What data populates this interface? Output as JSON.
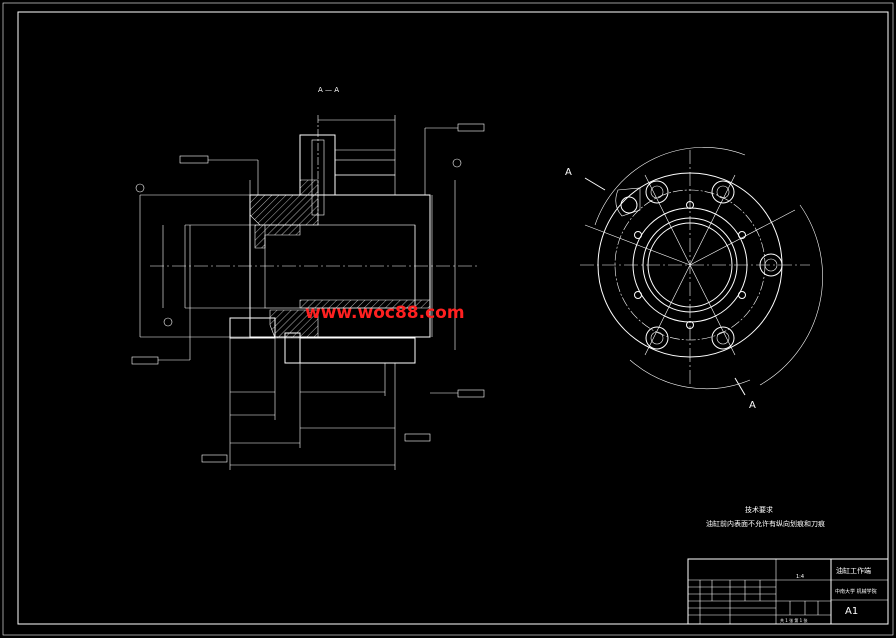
{
  "section_label": "A — A",
  "view_marker_a_left": "A",
  "view_marker_a_bottom": "A",
  "watermark": "www.woc88.com",
  "tech_req": {
    "heading": "技术要求",
    "line1": "油缸前内表面不允许有纵向划痕和刀痕"
  },
  "title_block": {
    "part_name": "油缸工作端",
    "scale_cell": "1:4",
    "school": "中南大学 机械学院",
    "sheet_size": "A1",
    "sheet_info": "共 1 张  第 1 张"
  },
  "colors": {
    "background": "#000000",
    "lines": "#ffffff",
    "watermark": "#ff2020"
  }
}
